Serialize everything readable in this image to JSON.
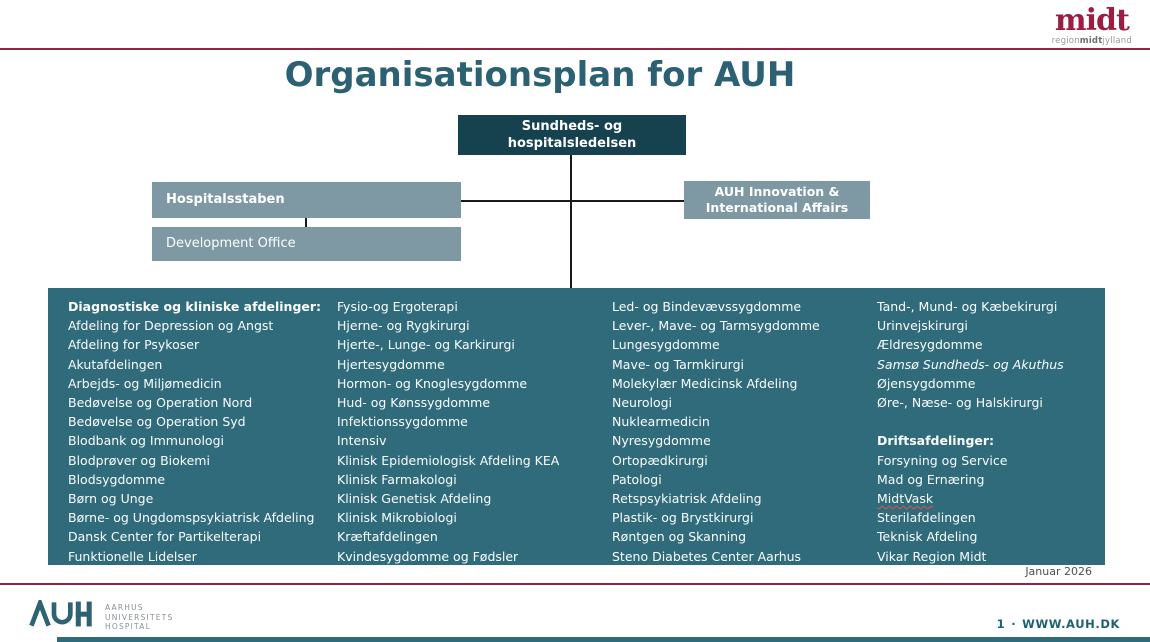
{
  "brand": {
    "logo_text": "midt",
    "logo_subtext_left": "region",
    "logo_subtext_mid": "midt",
    "logo_subtext_right": "jylland"
  },
  "title": "Organisationsplan for AUH",
  "org_chart": {
    "leadership_box": {
      "line1": "Sundheds- og",
      "line2": "hospitalsledelsen"
    },
    "staff_box": "Hospitalsstaben",
    "development_box": "Development Office",
    "innovation_box": {
      "line1": "AUH Innovation &",
      "line2": "International Affairs"
    }
  },
  "departments": {
    "column1": [
      {
        "text": "Diagnostiske og kliniske afdelinger:",
        "bold": true
      },
      {
        "text": "Afdeling for Depression og Angst"
      },
      {
        "text": "Afdeling for Psykoser"
      },
      {
        "text": "Akutafdelingen"
      },
      {
        "text": "Arbejds- og Miljømedicin"
      },
      {
        "text": "Bedøvelse og Operation Nord"
      },
      {
        "text": "Bedøvelse og Operation Syd"
      },
      {
        "text": "Blodbank og Immunologi"
      },
      {
        "text": "Blodprøver og Biokemi"
      },
      {
        "text": "Blodsygdomme"
      },
      {
        "text": "Børn og Unge"
      },
      {
        "text": "Børne- og Ungdomspsykiatrisk Afdeling"
      },
      {
        "text": "Dansk Center for Partikelterapi"
      },
      {
        "text": "Funktionelle Lidelser"
      }
    ],
    "column2": [
      {
        "text": "Fysio-og Ergoterapi"
      },
      {
        "text": "Hjerne- og Rygkirurgi"
      },
      {
        "text": "Hjerte-, Lunge- og Karkirurgi"
      },
      {
        "text": "Hjertesygdomme"
      },
      {
        "text": "Hormon- og Knoglesygdomme"
      },
      {
        "text": "Hud- og Kønssygdomme"
      },
      {
        "text": "Infektionssygdomme"
      },
      {
        "text": "Intensiv"
      },
      {
        "text": "Klinisk Epidemiologisk Afdeling KEA"
      },
      {
        "text": "Klinisk Farmakologi"
      },
      {
        "text": "Klinisk Genetisk Afdeling"
      },
      {
        "text": "Klinisk Mikrobiologi"
      },
      {
        "text": "Kræftafdelingen"
      },
      {
        "text": "Kvindesygdomme og Fødsler"
      }
    ],
    "column3": [
      {
        "text": "Led- og Bindevævssygdomme"
      },
      {
        "text": "Lever-, Mave- og Tarmsygdomme"
      },
      {
        "text": "Lungesygdomme"
      },
      {
        "text": "Mave- og Tarmkirurgi"
      },
      {
        "text": "Molekylær Medicinsk Afdeling"
      },
      {
        "text": "Neurologi"
      },
      {
        "text": "Nuklearmedicin"
      },
      {
        "text": "Nyresygdomme"
      },
      {
        "text": "Ortopædkirurgi"
      },
      {
        "text": "Patologi"
      },
      {
        "text": "Retspsykiatrisk Afdeling"
      },
      {
        "text": "Plastik- og Brystkirurgi"
      },
      {
        "text": "Røntgen og Skanning"
      },
      {
        "text": "Steno Diabetes Center Aarhus"
      }
    ],
    "column4": [
      {
        "text": "Tand-, Mund- og Kæbekirurgi"
      },
      {
        "text": "Urinvejskirurgi"
      },
      {
        "text": "Ældresygdomme"
      },
      {
        "text": "Samsø Sundheds- og Akuthus",
        "italic": true
      },
      {
        "text": "Øjensygdomme"
      },
      {
        "text": "Øre-, Næse- og Halskirurgi"
      },
      {
        "text": ""
      },
      {
        "text": "Driftsafdelinger:",
        "bold": true
      },
      {
        "text": "Forsyning og Service"
      },
      {
        "text": "Mad og Ernæring"
      },
      {
        "text": "MidtVask",
        "wavy": true
      },
      {
        "text": "Sterilafdelingen"
      },
      {
        "text": "Teknisk Afdeling"
      },
      {
        "text": "Vikar Region Midt"
      }
    ]
  },
  "footer": {
    "date": "Januar 2026",
    "hospital_name_line1": "AARHUS",
    "hospital_name_line2": "UNIVERSITETS",
    "hospital_name_line3": "HOSPITAL",
    "page_number": "1",
    "separator": "·",
    "website": "WWW.AUH.DK"
  },
  "colors": {
    "accent_maroon": "#9b2143",
    "leadership_teal": "#16414e",
    "department_teal": "#2f6b7a",
    "gray_teal": "#7e99a3",
    "title_teal": "#2b6173"
  }
}
